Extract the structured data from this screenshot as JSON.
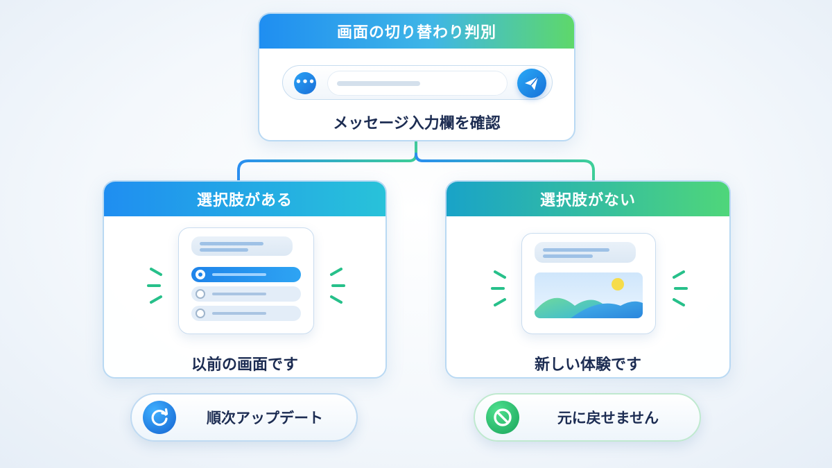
{
  "top": {
    "title": "画面の切り替わり判別",
    "caption": "メッセージ入力欄を確認"
  },
  "left": {
    "title": "選択肢がある",
    "caption": "以前の画面です",
    "pill": {
      "label": "順次アップデート",
      "icon": "refresh-icon"
    }
  },
  "right": {
    "title": "選択肢がない",
    "caption": "新しい体験です",
    "pill": {
      "label": "元に戻せません",
      "icon": "prohibited-icon"
    }
  },
  "icons": {
    "chat": "chat-bubble-icon",
    "send": "paper-plane-send-icon",
    "image": "landscape-image-icon"
  },
  "colors": {
    "blue": "#1f8ef1",
    "green": "#5ed86a",
    "teal": "#19a3c8",
    "connector": "#2a9fd8",
    "accent_marks": "#27c08a",
    "text": "#1c2c52"
  }
}
